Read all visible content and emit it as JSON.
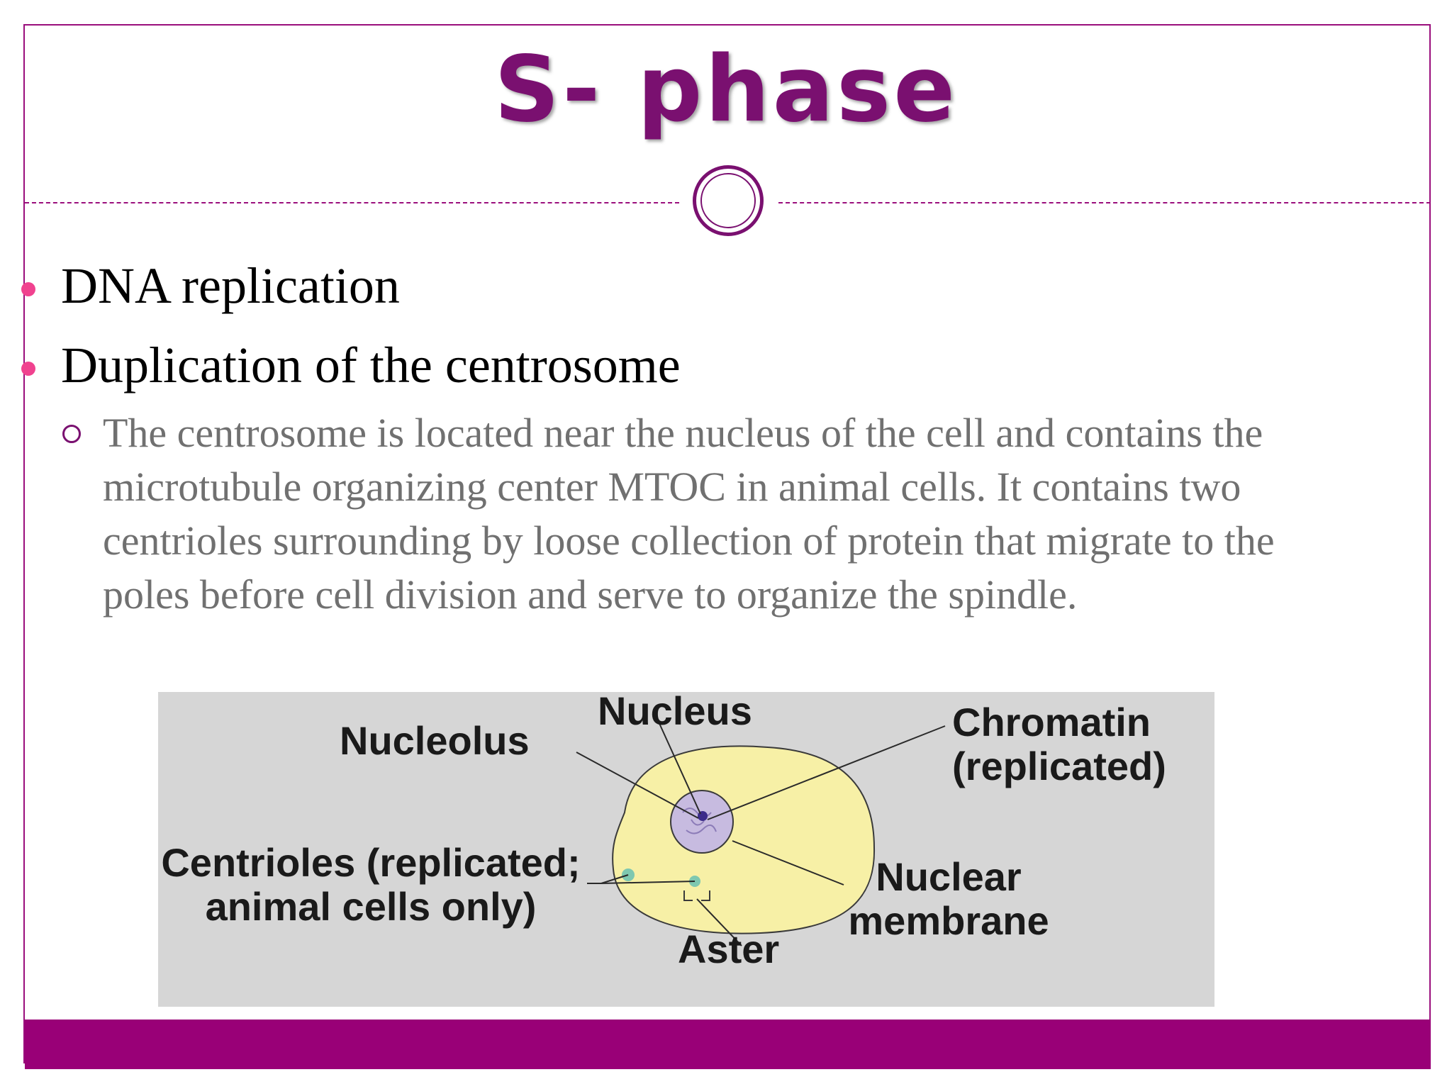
{
  "slide": {
    "title": "S- phase",
    "bullets": [
      {
        "text": "DNA replication"
      },
      {
        "text": "Duplication of the centrosome"
      }
    ],
    "sub_bullet": "The centrosome is located near the nucleus of the cell and contains the microtubule organizing center MTOC in animal cells. It contains two centrioles surrounding by  loose collection of protein that migrate to the poles before cell division and serve to organize the spindle.",
    "figure": {
      "labels": {
        "nucleus": "Nucleus",
        "nucleolus": "Nucleolus",
        "chromatin": "Chromatin (replicated)",
        "centrioles": "Centrioles (replicated; animal cells only)",
        "nuclear_membrane": "Nuclear membrane",
        "aster": "Aster"
      }
    }
  },
  "colors": {
    "accent": "#7a1070",
    "bar": "#990077",
    "bullet_dot": "#f0428f",
    "cell_fill": "#f7f0a6",
    "nucleus_fill": "#c7bbe0",
    "figure_bg": "#d6d6d6"
  }
}
